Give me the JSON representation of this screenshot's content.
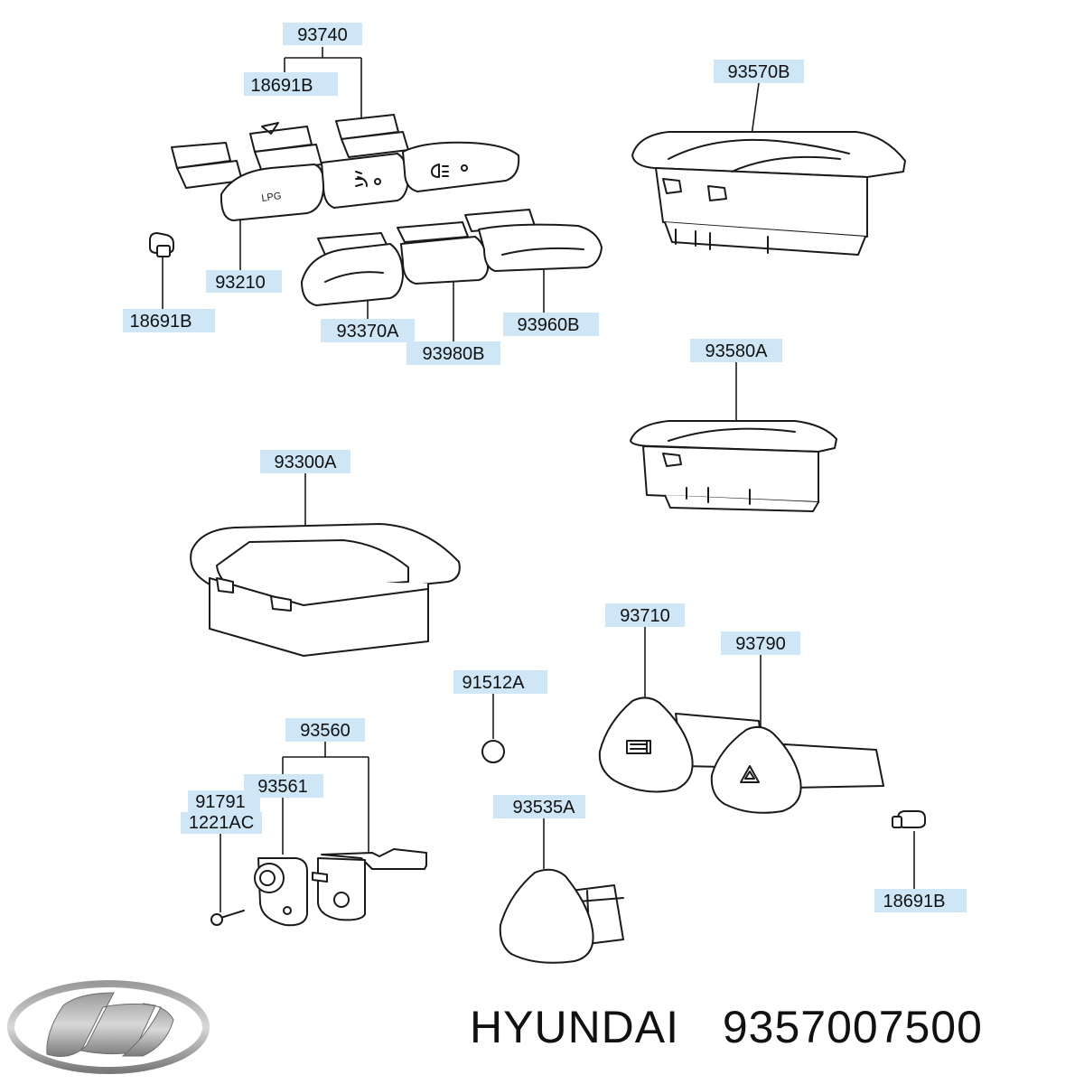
{
  "diagram": {
    "part_labels": {
      "p93740": "93740",
      "p18691b_top": "18691B",
      "p93570b": "93570B",
      "p93210": "93210",
      "p18691b_left": "18691B",
      "p93370a": "93370A",
      "p93980b": "93980B",
      "p93960b": "93960B",
      "p93580a": "93580A",
      "p93300a": "93300A",
      "p93710": "93710",
      "p93790": "93790",
      "p91512a": "91512A",
      "p93560": "93560",
      "p93561": "93561",
      "p91791": "91791",
      "p1221ac": "1221AC",
      "p93535a": "93535A",
      "p18691b_right": "18691B"
    },
    "switch_markings": {
      "lpg": "LPG"
    }
  },
  "footer": {
    "brand": "HYUNDAI",
    "part_number": "9357007500"
  },
  "colors": {
    "label_background": "#cfe6f7",
    "line": "#1a1a1a"
  },
  "icons": [
    "hyundai-logo-icon",
    "rear-defrost-icon",
    "hazard-triangle-icon",
    "fog-light-icon"
  ]
}
